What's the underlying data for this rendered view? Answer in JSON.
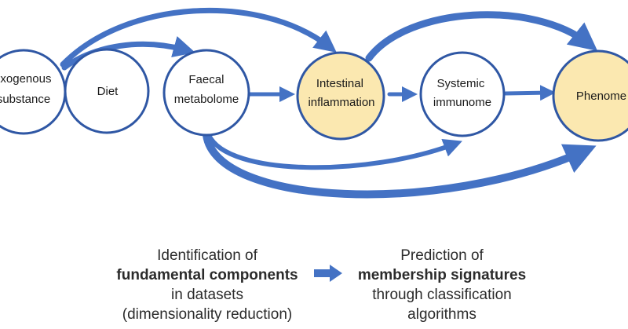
{
  "colors": {
    "arrow": "#4472c4",
    "node_stroke": "#2f57a4",
    "node_fill_default": "#ffffff",
    "node_fill_highlight": "#fbe8b0"
  },
  "nodes": {
    "exogenous": [
      "Exogenous",
      "substance"
    ],
    "diet": [
      "Diet"
    ],
    "faecal": [
      "Faecal",
      "metabolome"
    ],
    "intestinal": [
      "Intestinal",
      "inflammation"
    ],
    "systemic": [
      "Systemic",
      "immunome"
    ],
    "phenome": [
      "Phenome"
    ]
  },
  "bottom": {
    "left": {
      "line1": "Identification of",
      "line2": "fundamental components",
      "line3": "in datasets",
      "line4": "(dimensionality reduction)"
    },
    "right": {
      "line1": "Prediction of",
      "line2": "membership signatures",
      "line3": "through classification",
      "line4": "algorithms"
    }
  }
}
